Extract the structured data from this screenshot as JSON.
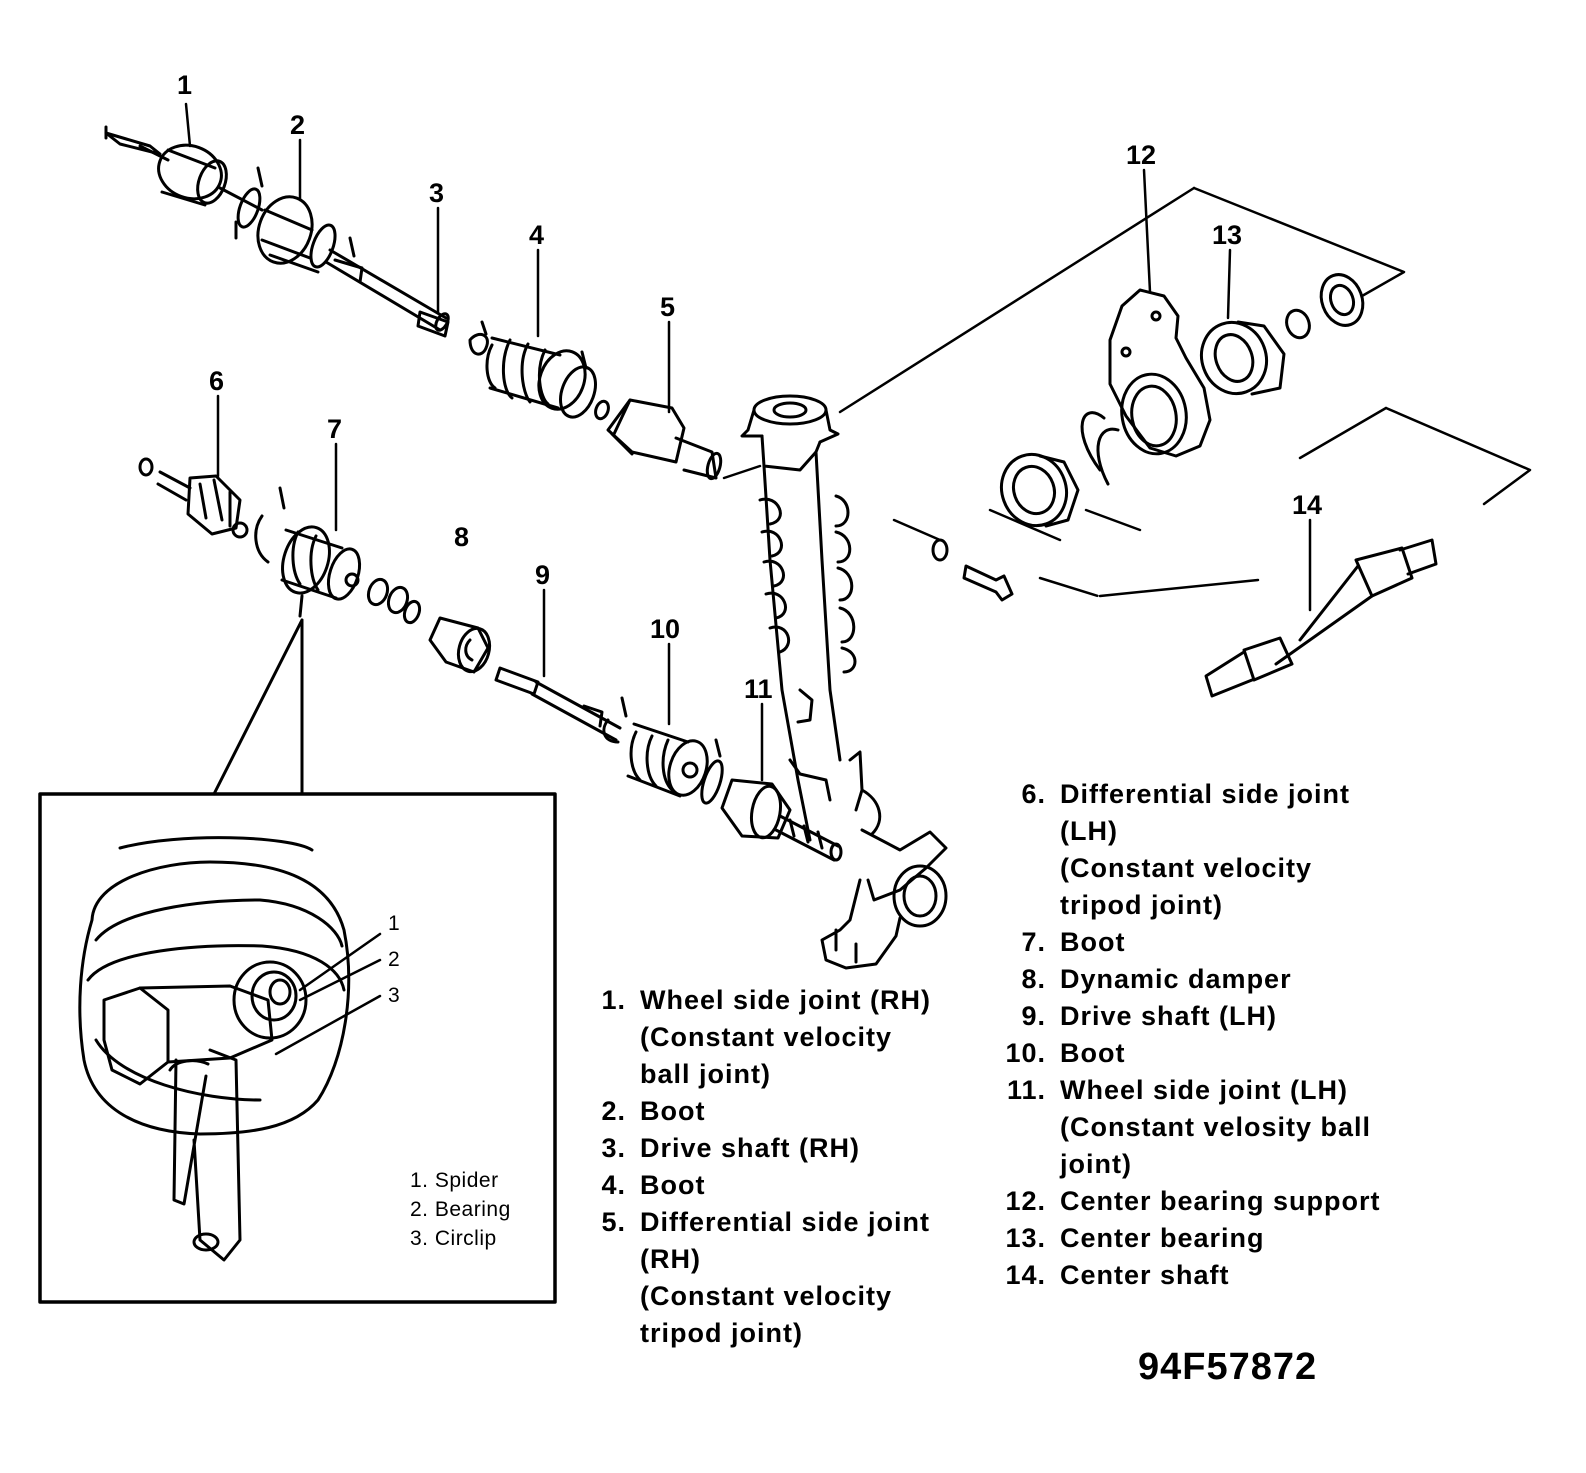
{
  "callouts": [
    "1",
    "2",
    "3",
    "4",
    "5",
    "6",
    "7",
    "8",
    "9",
    "10",
    "11",
    "12",
    "13",
    "14"
  ],
  "inset": {
    "callouts": [
      "1",
      "2",
      "3"
    ],
    "legend": [
      {
        "num": "1.",
        "text": "Spider"
      },
      {
        "num": "2.",
        "text": "Bearing"
      },
      {
        "num": "3.",
        "text": "Circlip"
      }
    ]
  },
  "legend_left": [
    {
      "num": "1.",
      "lines": [
        "Wheel side joint (RH)",
        "(Constant velocity",
        "ball joint)"
      ]
    },
    {
      "num": "2.",
      "lines": [
        "Boot"
      ]
    },
    {
      "num": "3.",
      "lines": [
        "Drive shaft (RH)"
      ]
    },
    {
      "num": "4.",
      "lines": [
        "Boot"
      ]
    },
    {
      "num": "5.",
      "lines": [
        "Differential side joint",
        "(RH)",
        "(Constant velocity",
        "tripod joint)"
      ]
    }
  ],
  "legend_right": [
    {
      "num": "6.",
      "lines": [
        "Differential side joint",
        "(LH)",
        "(Constant velocity",
        "tripod joint)"
      ]
    },
    {
      "num": "7.",
      "lines": [
        "Boot"
      ]
    },
    {
      "num": "8.",
      "lines": [
        "Dynamic damper"
      ]
    },
    {
      "num": "9.",
      "lines": [
        "Drive shaft (LH)"
      ]
    },
    {
      "num": "10.",
      "lines": [
        "Boot"
      ]
    },
    {
      "num": "11.",
      "lines": [
        "Wheel side joint (LH)",
        "(Constant velosity ball",
        "joint)"
      ]
    },
    {
      "num": "12.",
      "lines": [
        "Center bearing support"
      ]
    },
    {
      "num": "13.",
      "lines": [
        "Center bearing"
      ]
    },
    {
      "num": "14.",
      "lines": [
        "Center shaft"
      ]
    }
  ],
  "figure_code": "94F57872"
}
